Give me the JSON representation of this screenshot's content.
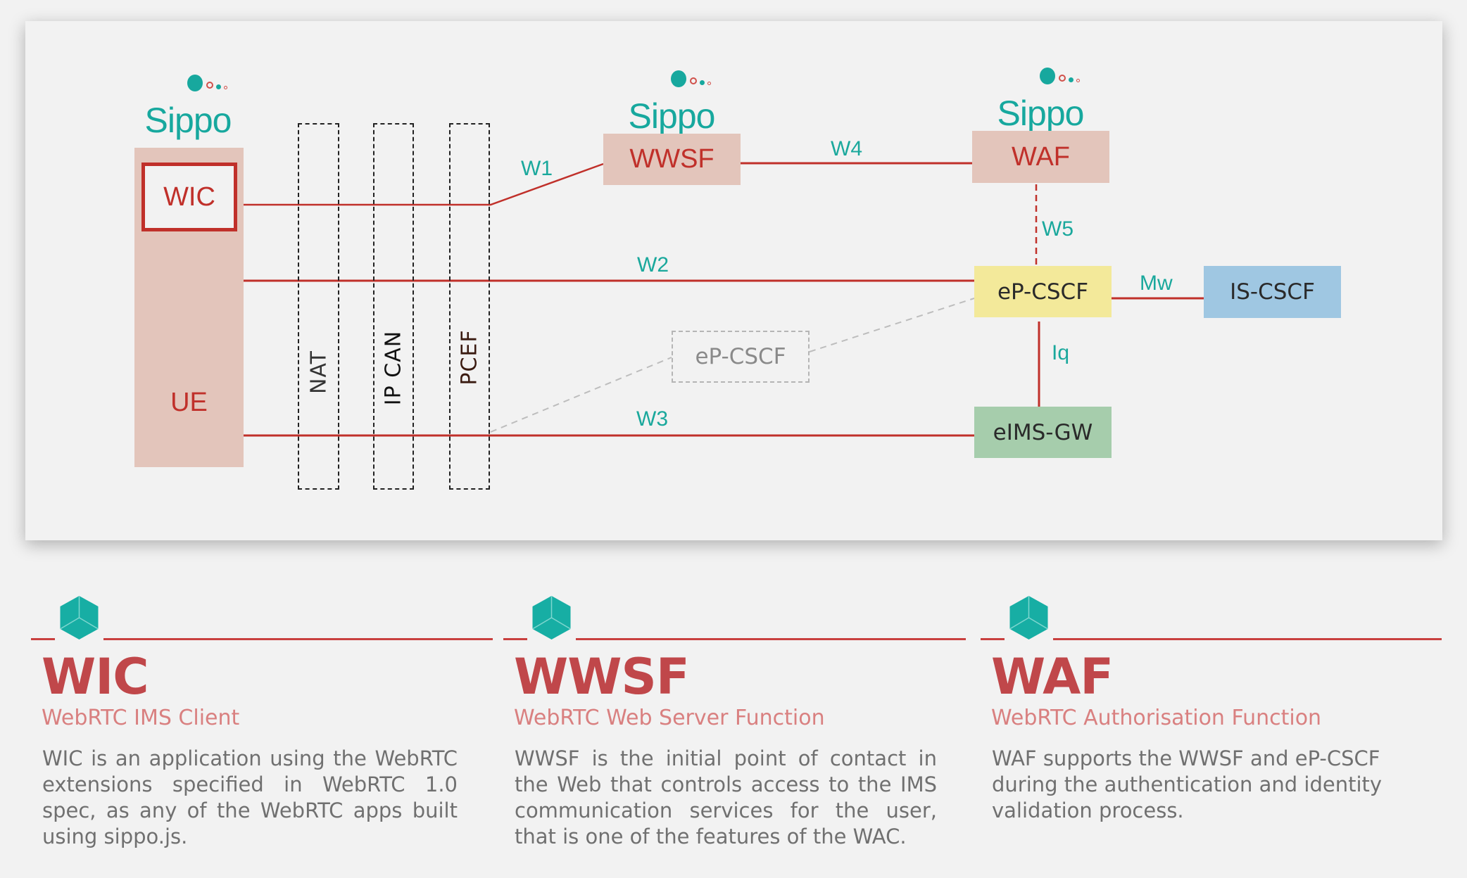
{
  "diagram": {
    "logo_text": "Sippo",
    "nodes": {
      "ue": "UE",
      "wic": "WIC",
      "wwsf": "WWSF",
      "waf": "WAF",
      "ep_cscf": "eP-CSCF",
      "is_cscf": "IS-CSCF",
      "eims_gw": "eIMS-GW",
      "ep_cscf_alt": "eP-CSCF"
    },
    "network_layers": [
      "NAT",
      "IP CAN",
      "PCEF"
    ],
    "interfaces": {
      "w1": "W1",
      "w2": "W2",
      "w3": "W3",
      "w4": "W4",
      "w5": "W5",
      "mw": "Mw",
      "iq": "Iq"
    },
    "colors": {
      "link": "#c0302a",
      "interface_label": "#1aa89c",
      "node_red_fill": "#e3c5bb",
      "ep_cscf_fill": "#f3e99a",
      "is_cscf_fill": "#9fc7e2",
      "eims_gw_fill": "#a6cdac"
    }
  },
  "sections": [
    {
      "title": "WIC",
      "subtitle": "WebRTC IMS Client",
      "body": "WIC is an application using the WebRTC extensions specified in WebRTC 1.0 spec, as any of the WebRTC apps built using sippo.js."
    },
    {
      "title": "WWSF",
      "subtitle": "WebRTC Web Server Function",
      "body": "WWSF is the initial point of contact in the Web that controls access to the IMS communication services for the user, that is one of the features of the WAC."
    },
    {
      "title": "WAF",
      "subtitle": "WebRTC Authorisation Function",
      "body": "WAF supports the WWSF and eP-CSCF during the authentication and identity validation process."
    }
  ]
}
